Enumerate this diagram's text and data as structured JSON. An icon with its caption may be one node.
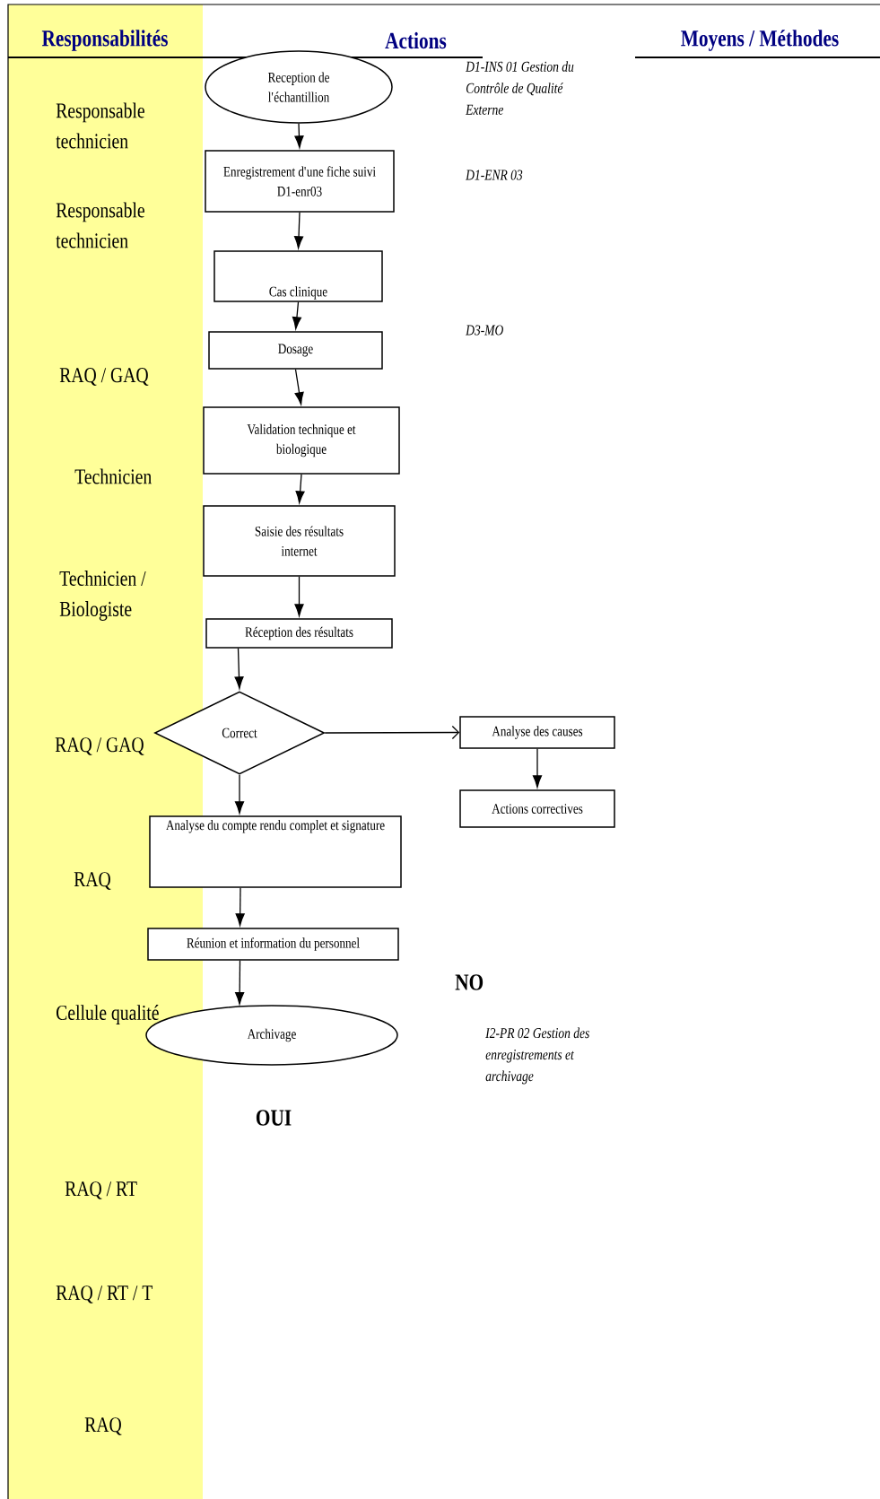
{
  "diagram": {
    "nodes": [
      {
        "text": [
          "Reception de l'échantillion"
        ]
      },
      {
        "text": [
          "Enregistrement d'une fiche suivi D1-enr03"
        ]
      },
      {
        "text": [
          "Cas clinique"
        ]
      },
      {
        "text": [
          "Dosage"
        ]
      },
      {
        "text": [
          "Validation technique et biologique"
        ]
      },
      {
        "text": [
          "Saisie des résultats internet"
        ]
      },
      {
        "text": [
          "Réception des résultats"
        ]
      },
      {
        "text": [
          "Correct"
        ]
      },
      {
        "text": [
          "Analyse des causes"
        ]
      },
      {
        "text": [
          "Actions correctives"
        ]
      },
      {
        "text": [
          "Analyse du compte rendu complet et signature"
        ]
      },
      {
        "text": [
          "Réunion et information du personnel"
        ]
      },
      {
        "text": [
          "Archivage"
        ]
      }
    ],
    "edges": [
      {
        "from": 0,
        "to": 1,
        "arrow": "to"
      },
      {
        "from": 1,
        "to": 2,
        "arrow": "to"
      },
      {
        "from": 2,
        "to": 3,
        "arrow": "to"
      },
      {
        "from": 3,
        "to": 4,
        "arrow": "to"
      },
      {
        "from": 4,
        "to": 5,
        "arrow": "to"
      },
      {
        "from": 5,
        "to": 6,
        "arrow": "to"
      },
      {
        "from": 6,
        "to": 7,
        "arrow": "to"
      },
      {
        "from": 7,
        "to": 8,
        "arrow": "to"
      },
      {
        "from": 8,
        "to": 9,
        "arrow": "to"
      },
      {
        "from": 7,
        "to": 10,
        "arrow": "to"
      },
      {
        "from": 10,
        "to": 11,
        "arrow": "to"
      },
      {
        "from": 11,
        "to": 12,
        "arrow": "to"
      }
    ],
    "labels": [
      "Responsabilités",
      "Actions",
      "Moyens / Méthodes",
      "Responsable technicien",
      "D1-INS 01 Gestion du Contrôle de Qualité Externe",
      "Responsable technicien",
      "D1-ENR 03",
      "D3-MO",
      "RAQ / GAQ",
      "Technicien",
      "Technicien / Biologiste",
      "RAQ / GAQ",
      "RAQ",
      "NO",
      "Cellule qualité",
      "I2-PR 02 Gestion des enregistrements et archivage",
      "OUI",
      "RAQ / RT",
      "RAQ / RT / T",
      "RAQ"
    ]
  }
}
